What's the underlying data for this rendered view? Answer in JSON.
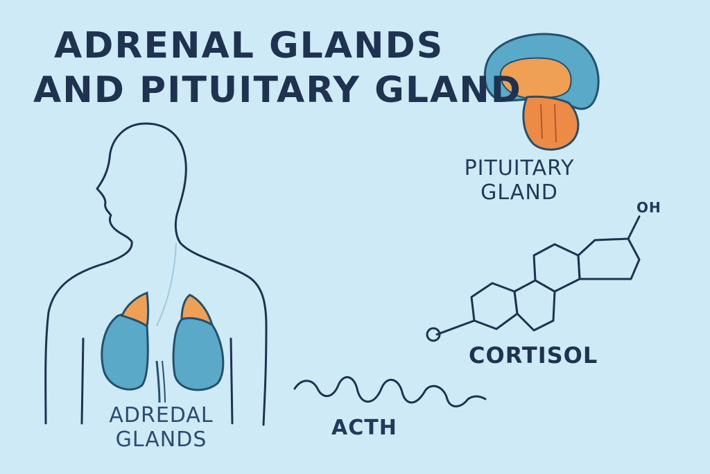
{
  "title": {
    "line1": "ADRENAL GLANDS",
    "line2": "AND PITUITARY GLAND"
  },
  "labels": {
    "pituitary": "PITUITARY\nGLAND",
    "adrenal": "ADREDAL\nGLANDS",
    "acth": "ACTH",
    "cortisol": "CORTISOL",
    "oh": "OH"
  },
  "colors": {
    "background": "#cdeaf6",
    "ink": "#1f3350",
    "gland_orange": "#f0a054",
    "gland_blue": "#5aa9c8"
  }
}
